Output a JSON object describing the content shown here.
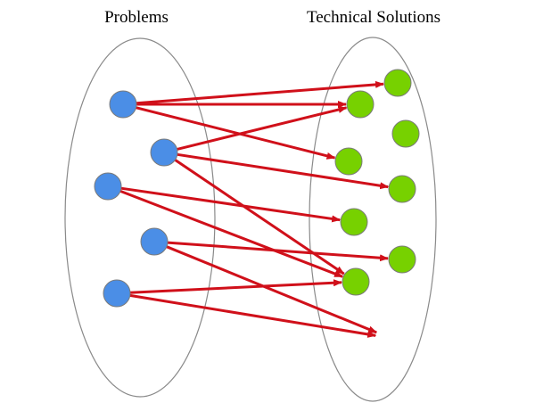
{
  "groups": {
    "problems": {
      "title": "Problems"
    },
    "solutions": {
      "title": "Technical Solutions"
    }
  },
  "colors": {
    "problem_node": "#4b8ee6",
    "solution_node": "#77d100",
    "edge": "#d0101a",
    "ellipse": "#8a8a8a",
    "text": "#000000"
  },
  "nodes": {
    "problems": [
      "p1",
      "p2",
      "p3",
      "p4",
      "p5"
    ],
    "solutions": [
      "s1",
      "s2",
      "s3",
      "s4",
      "s5",
      "s6",
      "s7",
      "s8"
    ]
  },
  "edges": [
    {
      "from": "p1",
      "to": "s1"
    },
    {
      "from": "p1",
      "to": "s2"
    },
    {
      "from": "p1",
      "to": "s4"
    },
    {
      "from": "p2",
      "to": "s2"
    },
    {
      "from": "p2",
      "to": "s5"
    },
    {
      "from": "p2",
      "to": "s7"
    },
    {
      "from": "p3",
      "to": "s6"
    },
    {
      "from": "p3",
      "to": "s7"
    },
    {
      "from": "p4",
      "to": "s8"
    },
    {
      "from": "p4",
      "to": "s9"
    },
    {
      "from": "p5",
      "to": "s7"
    },
    {
      "from": "p5",
      "to": "s9"
    }
  ]
}
